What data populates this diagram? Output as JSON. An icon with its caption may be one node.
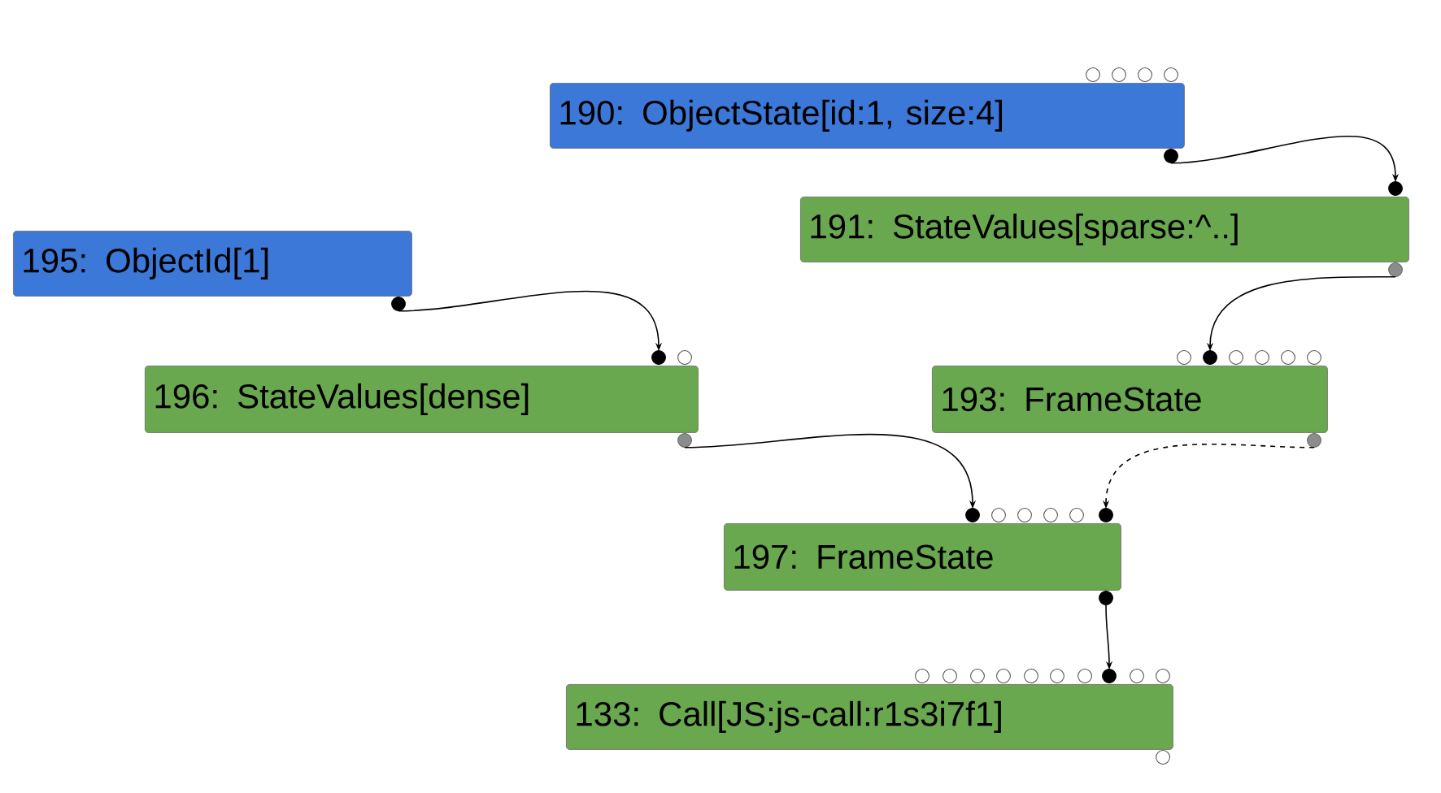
{
  "diagram": {
    "nodes": [
      {
        "text": [
          "190: ObjectState[id:1, size:4]"
        ]
      },
      {
        "text": [
          "191: StateValues[sparse:^..]"
        ]
      },
      {
        "text": [
          "195: ObjectId[1]"
        ]
      },
      {
        "text": [
          "196: StateValues[dense]"
        ]
      },
      {
        "text": [
          "193: FrameState"
        ]
      },
      {
        "text": [
          "197: FrameState"
        ]
      },
      {
        "text": [
          "133: Call[JS:js-call:r1s3i7f1]"
        ]
      }
    ],
    "edges": [
      {
        "from": 0,
        "to": 1,
        "arrow": "to"
      },
      {
        "from": 2,
        "to": 3,
        "arrow": "to"
      },
      {
        "from": 1,
        "to": 4,
        "arrow": "to"
      },
      {
        "from": 3,
        "to": 5,
        "arrow": "to"
      },
      {
        "from": 4,
        "to": 5,
        "arrow": "to",
        "style": "dashed"
      },
      {
        "from": 5,
        "to": 6,
        "arrow": "to"
      }
    ]
  }
}
